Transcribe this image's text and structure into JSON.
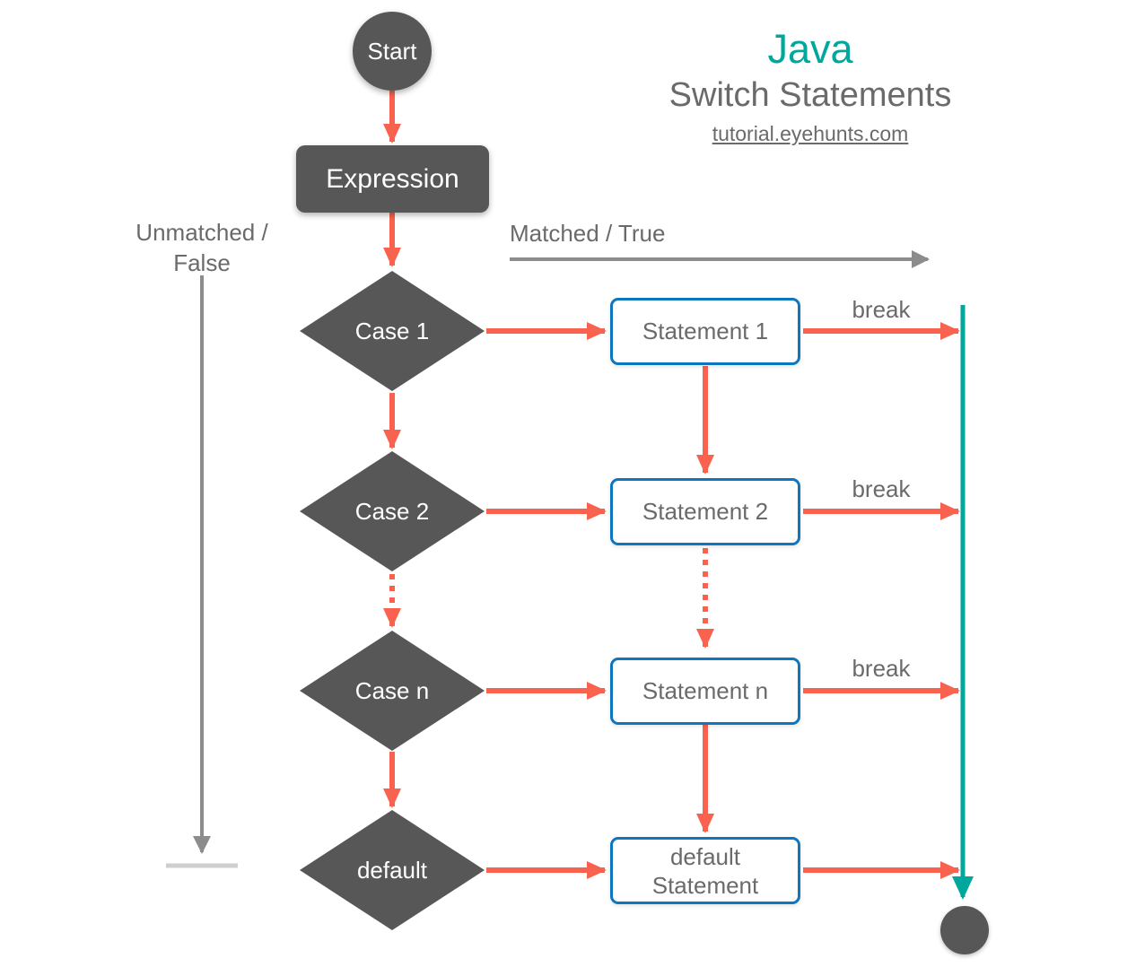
{
  "header": {
    "brand": "Java",
    "title": "Switch Statements",
    "link": "tutorial.eyehunts.com"
  },
  "branch_labels": {
    "unmatched_line1": "Unmatched /",
    "unmatched_line2": "False",
    "matched": "Matched / True"
  },
  "nodes": {
    "start": "Start",
    "expression": "Expression"
  },
  "rows": [
    {
      "case_label": "Case 1",
      "statement_label": "Statement 1",
      "break_label": "break"
    },
    {
      "case_label": "Case 2",
      "statement_label": "Statement 2",
      "break_label": "break"
    },
    {
      "case_label": "Case n",
      "statement_label": "Statement n",
      "break_label": "break"
    },
    {
      "case_label": "default",
      "statement_label": "default Statement"
    }
  ],
  "colors": {
    "accent_red": "#f9624e",
    "accent_teal": "#00a79c",
    "shape_gray": "#575757",
    "statement_border_blue": "#0e76bd",
    "label_text_gray": "#6a6a6a",
    "guide_arrow_gray": "#8c8c8c",
    "ground_line_gray": "#cfcfcf"
  }
}
